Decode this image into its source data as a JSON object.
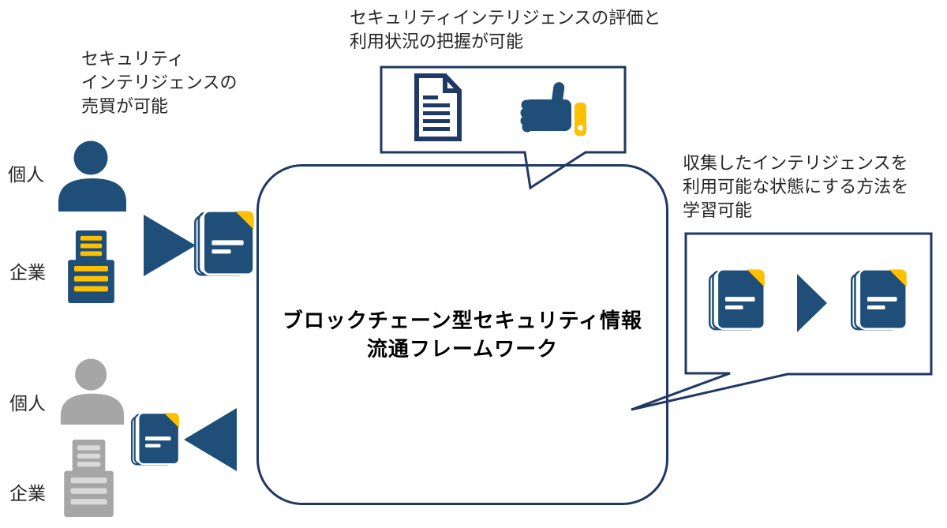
{
  "diagram": {
    "title_line1": "ブロックチェーン型セキュリティ情報",
    "title_line2": "流通フレームワーク"
  },
  "annotations": {
    "trade": {
      "line1": "セキュリティ",
      "line2": "インテリジェンスの",
      "line3": "売買が可能"
    },
    "evaluate": {
      "line1": "セキュリティインテリジェンスの評価と",
      "line2": "利用状況の把握が可能"
    },
    "learn": {
      "line1": "収集したインテリジェンスを",
      "line2": "利用可能な状態にする方法を",
      "line3": "学習可能"
    }
  },
  "actors": {
    "provider_individual": "個人",
    "provider_company": "企業",
    "consumer_individual": "個人",
    "consumer_company": "企業"
  },
  "icons": {
    "person": "person-icon",
    "building": "building-icon",
    "documents_stack": "documents-stack-icon",
    "document": "document-icon",
    "thumbs_up": "thumbs-up-icon",
    "arrow_right": "arrow-right-icon",
    "arrow_left": "arrow-left-icon"
  },
  "colors": {
    "navy": "#1f3864",
    "iconBlue": "#1f4e79",
    "yellow": "#ffc000",
    "gray": "#a6a6a6",
    "grayLight": "#d9d9d9",
    "text": "#262626",
    "titleText": "#000000"
  }
}
